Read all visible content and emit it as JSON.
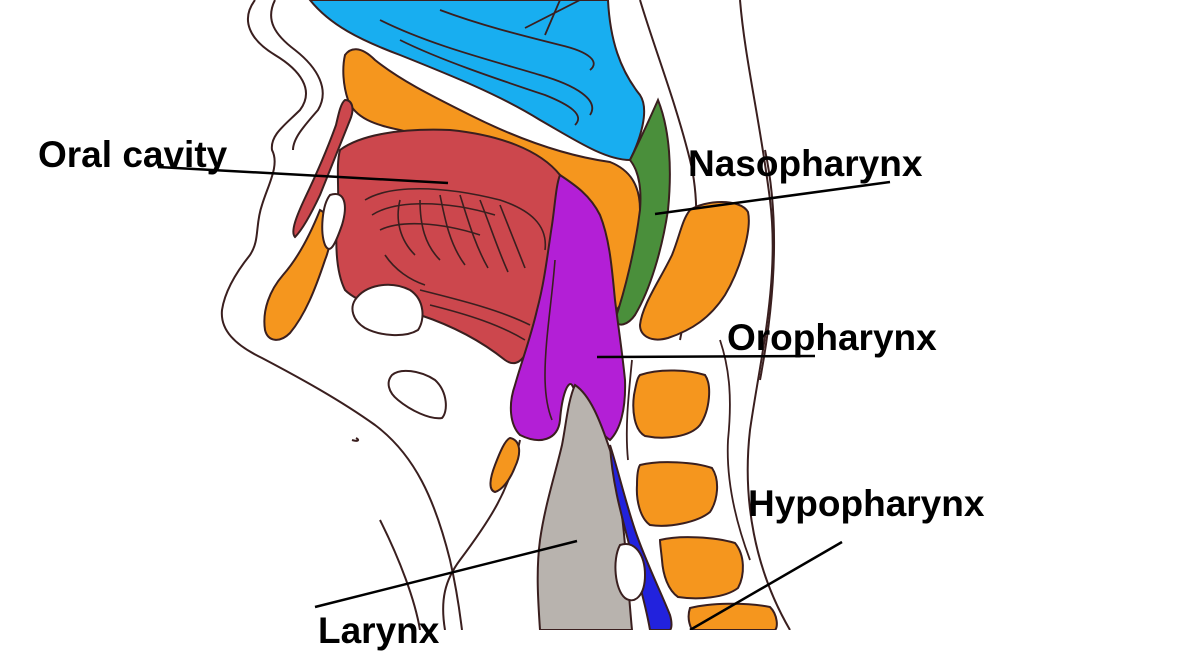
{
  "labels": {
    "oral_cavity": "Oral cavity",
    "nasopharynx": "Nasopharynx",
    "oropharynx": "Oropharynx",
    "hypopharynx": "Hypopharynx",
    "larynx": "Larynx"
  },
  "colors": {
    "nasal": "#18aef0",
    "bone": "#f5961e",
    "tongue": "#cc474d",
    "nasopharynx": "#4a8f3b",
    "oropharynx": "#b31fd6",
    "larynx": "#b8b3ae",
    "hypopharynx": "#2222dd",
    "outline": "#3a1f1f"
  },
  "icons": [
    "sagittal-head-neck-illustration"
  ]
}
